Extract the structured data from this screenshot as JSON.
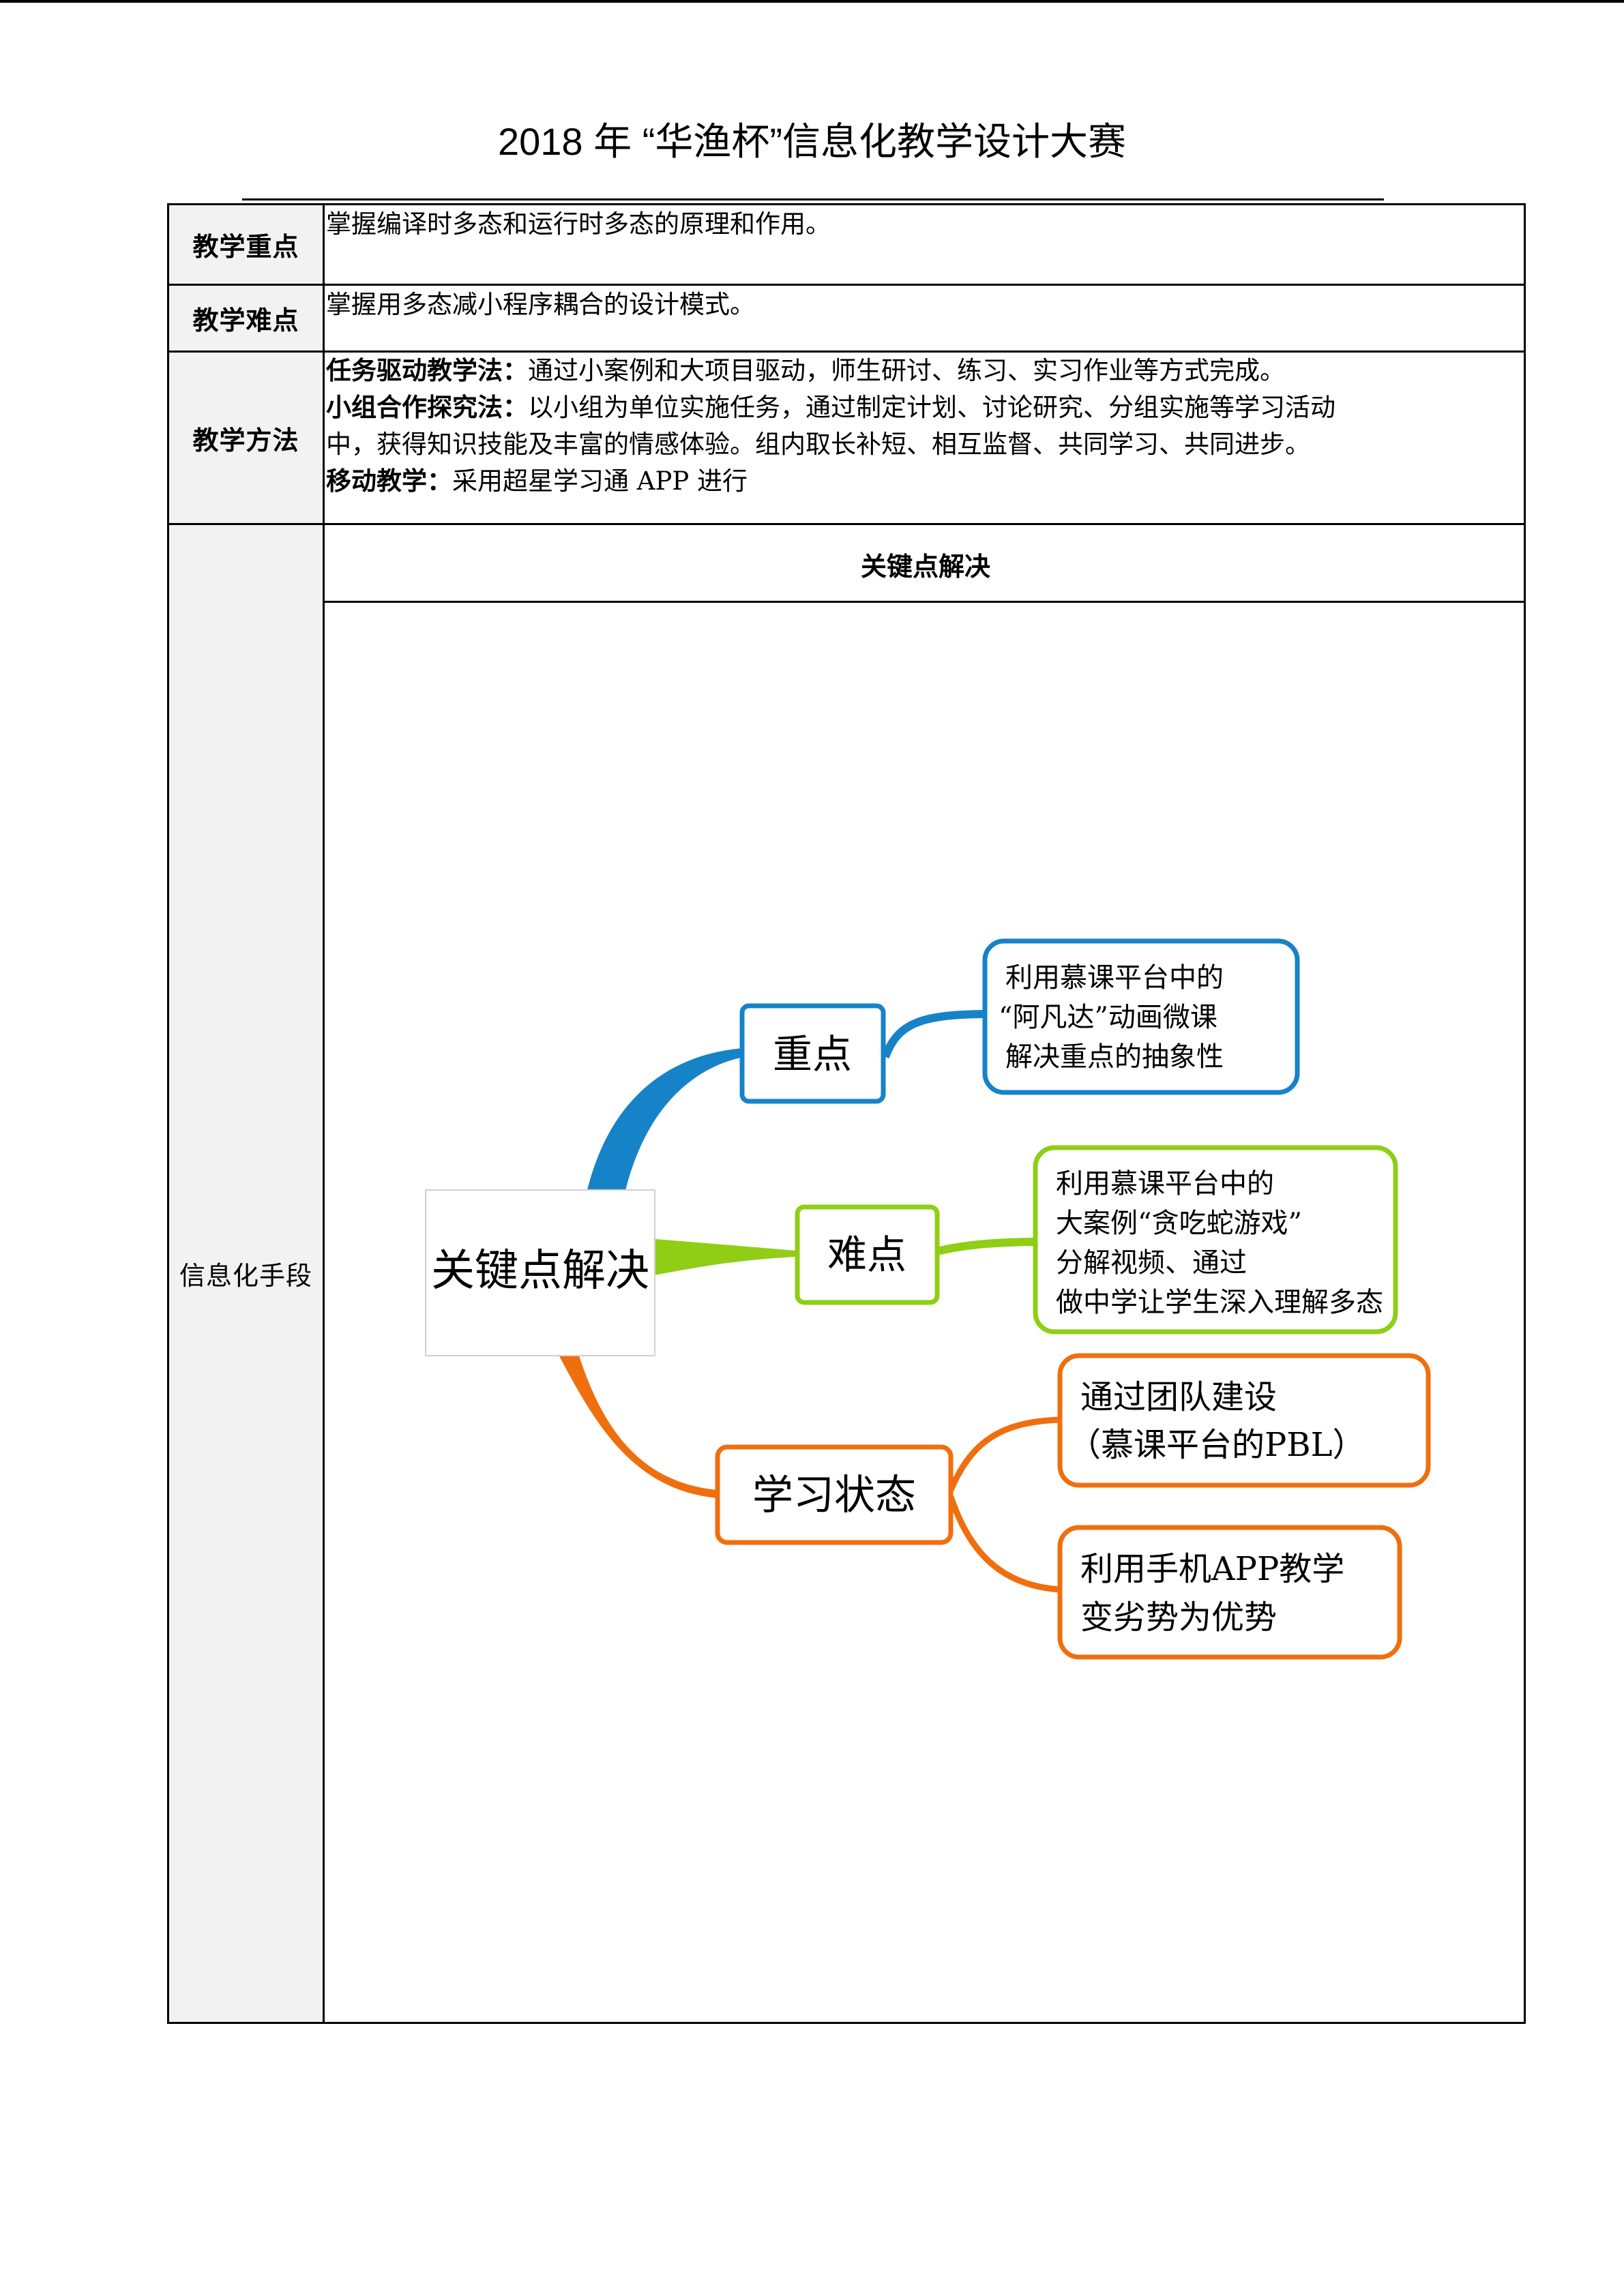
{
  "header": {
    "title": "2018 年 “华渔杯”信息化教学设计大赛"
  },
  "rows": {
    "key_point": {
      "label": "教学重点",
      "content": "掌握编译时多态和运行时多态的原理和作用。"
    },
    "difficulty": {
      "label": "教学难点",
      "content": "掌握用多态减小程序耦合的设计模式。"
    },
    "methods": {
      "label": "教学方法",
      "items": [
        {
          "title": "任务驱动教学法：",
          "text": "通过小案例和大项目驱动，师生研讨、练习、实习作业等方式完成。"
        },
        {
          "title": "小组合作探究法：",
          "text": "以小组为单位实施任务，通过制定计划、讨论研究、分组实施等学习活动"
        },
        {
          "title": "",
          "text": "中，获得知识技能及丰富的情感体验。组内取长补短、相互监督、共同学习、共同进步。"
        },
        {
          "title": "移动教学：",
          "text": "采用超星学习通 APP 进行"
        }
      ]
    },
    "it_means": {
      "label": "信息化手段",
      "sub_header": "关键点解决",
      "mindmap": {
        "center": "关键点解决",
        "branches": [
          {
            "name": "重点",
            "color": "#1683c8",
            "leaves": [
              [
                "利用慕课平台中的",
                "“阿凡达”动画微课",
                "解决重点的抽象性"
              ]
            ]
          },
          {
            "name": "难点",
            "color": "#8fce14",
            "leaves": [
              [
                "利用慕课平台中的",
                "大案例“贪吃蛇游戏”",
                "分解视频、通过",
                "做中学让学生深入理解多态"
              ]
            ]
          },
          {
            "name": "学习状态",
            "color": "#ef6f0e",
            "leaves": [
              [
                "通过团队建设",
                "（慕课平台的PBL）"
              ],
              [
                "利用手机APP教学",
                "变劣势为优势"
              ]
            ]
          }
        ]
      }
    }
  }
}
